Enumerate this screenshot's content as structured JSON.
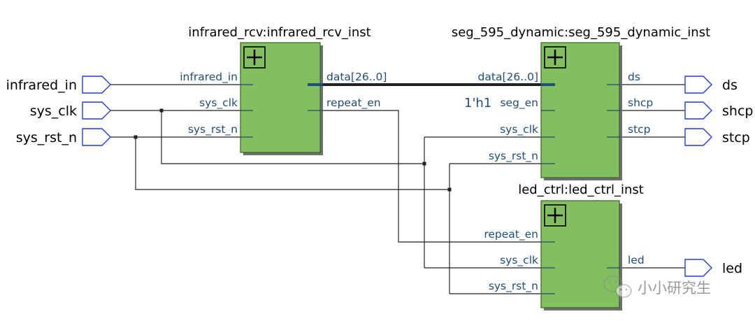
{
  "top_ports": {
    "inputs": [
      "infrared_in",
      "sys_clk",
      "sys_rst_n"
    ],
    "outputs": [
      "ds",
      "shcp",
      "stcp",
      "led"
    ]
  },
  "instances": {
    "infrared": {
      "title": "infrared_rcv:infrared_rcv_inst",
      "inputs": [
        "infrared_in",
        "sys_clk",
        "sys_rst_n"
      ],
      "outputs": [
        "data[26..0]",
        "repeat_en"
      ]
    },
    "seg": {
      "title": "seg_595_dynamic:seg_595_dynamic_inst",
      "inputs": [
        "data[26..0]",
        "seg_en",
        "sys_clk",
        "sys_rst_n"
      ],
      "outputs": [
        "ds",
        "shcp",
        "stcp"
      ]
    },
    "led": {
      "title": "led_ctrl:led_ctrl_inst",
      "inputs": [
        "repeat_en",
        "sys_clk",
        "sys_rst_n"
      ],
      "outputs": [
        "led"
      ]
    }
  },
  "constant": "1'h1",
  "watermark": {
    "text": "小小研究生",
    "icon": "wechat-icon"
  },
  "colors": {
    "block_fill": "#82bf5f",
    "pin_color": "#1f4e79",
    "port_outline": "#1f3fd6",
    "wire": "#222222"
  }
}
